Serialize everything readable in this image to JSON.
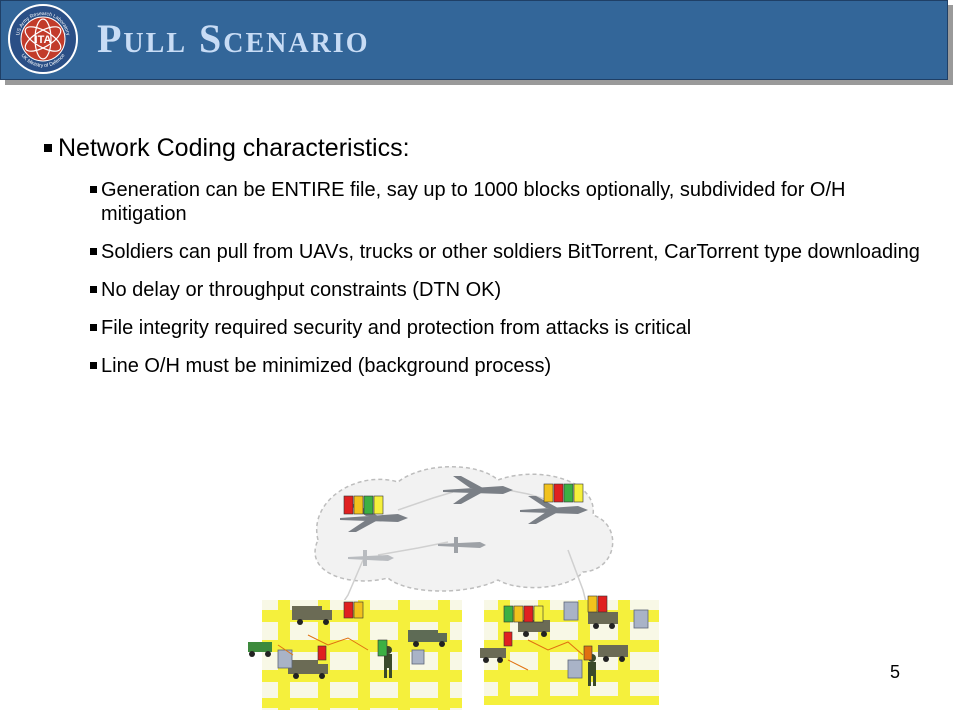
{
  "header": {
    "title": "Pull Scenario",
    "logo_text": "ITA",
    "logo_ring_top": "US Army Research Laboratory",
    "logo_ring_bottom": "UK Ministry of Defence"
  },
  "content": {
    "main_bullet": "Network Coding characteristics:",
    "sub_bullets": [
      "Generation can be ENTIRE file, say up to 1000 blocks optionally, subdivided for O/H mitigation",
      "Soldiers can pull from UAVs, trucks or other soldiers BitTorrent, CarTorrent type downloading",
      "No delay or throughput constraints (DTN OK)",
      "File integrity required security and protection from attacks is critical",
      "Line O/H must be minimized (background process)"
    ]
  },
  "footer": {
    "page_number": "5"
  },
  "colors": {
    "header_bg": "#336699",
    "title": "#c8dcf5",
    "grid_yellow": "#f5f03c"
  }
}
